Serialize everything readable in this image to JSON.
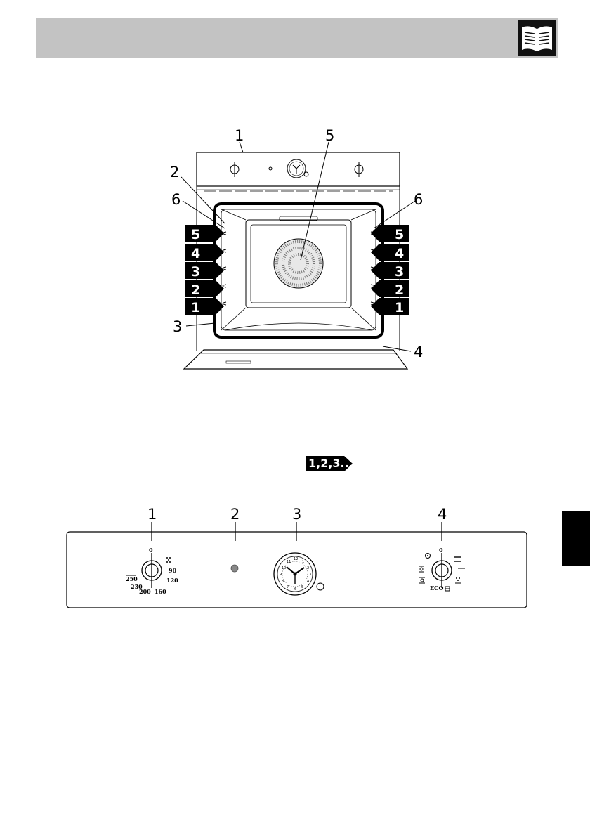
{
  "header": {
    "icon": "book-icon"
  },
  "oven_figure": {
    "callouts": [
      "1",
      "2",
      "3",
      "4",
      "5",
      "6"
    ],
    "shelf_levels": [
      "5",
      "4",
      "3",
      "2",
      "1"
    ]
  },
  "sequence_badge": {
    "text": "1,2,3..."
  },
  "control_panel": {
    "callouts": [
      "1",
      "2",
      "3",
      "4"
    ],
    "thermostat_knob": {
      "zero": "0",
      "temps": [
        "250",
        "230",
        "200",
        "160",
        "120",
        "90"
      ]
    },
    "timer_dial": {
      "numbers": [
        "12",
        "1",
        "2",
        "3",
        "4",
        "5",
        "6",
        "7",
        "8",
        "9",
        "10",
        "11"
      ]
    },
    "function_knob": {
      "zero": "0",
      "eco": "ECO"
    }
  },
  "colors": {
    "header_bar": "#c3c3c3",
    "tab": "#000000",
    "indicator": "#888888"
  }
}
